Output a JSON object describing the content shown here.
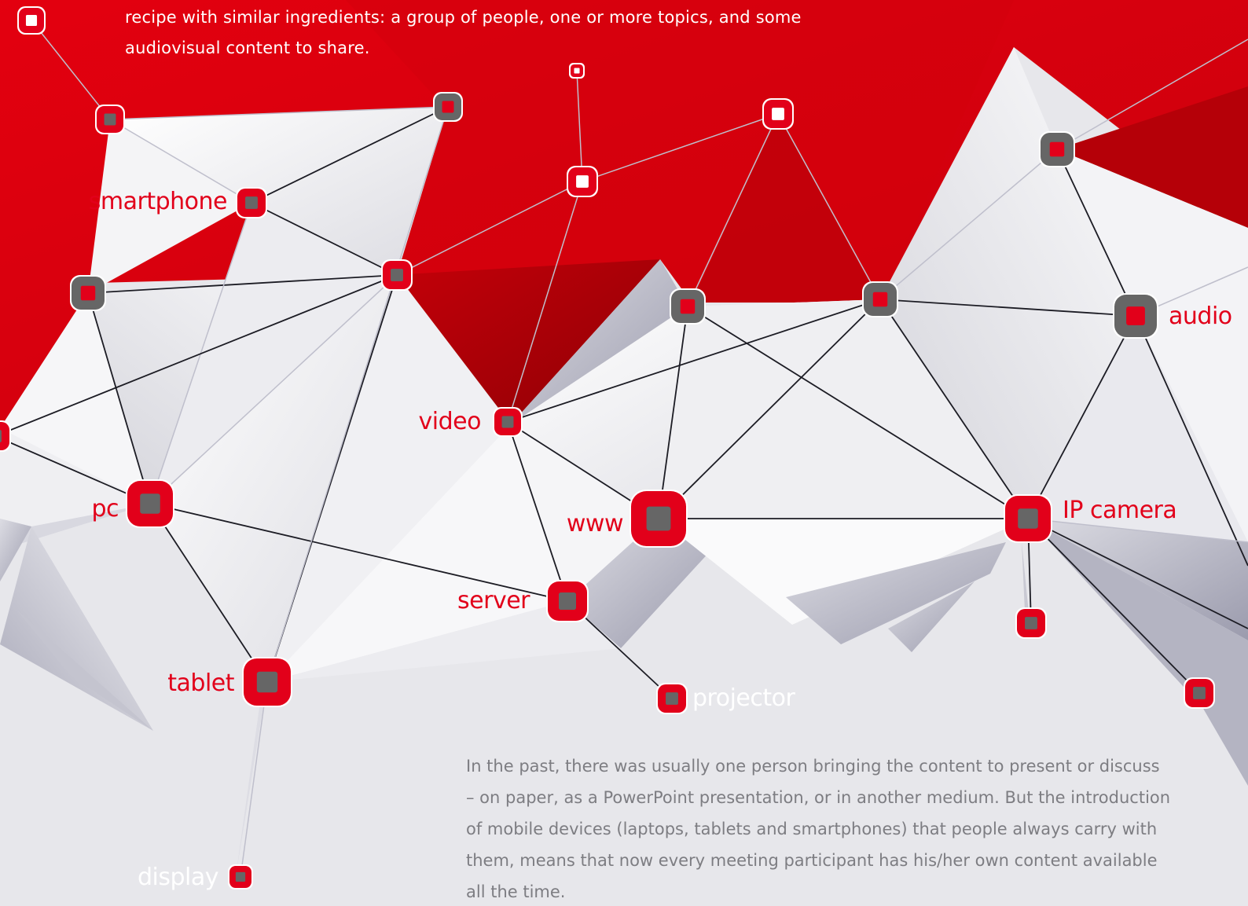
{
  "intro_text": {
    "lines": [
      "recipe with similar ingredients: a group of people, one or more topics, and some",
      "audiovisual content to share."
    ]
  },
  "body_text": {
    "lines": [
      "In the past, there was usually one person bringing the content to present or discuss",
      "– on paper, as a PowerPoint presentation, or in another medium. But the introduction",
      "of mobile devices (laptops, tablets and smartphones) that people always carry with",
      "them, means that now every meeting participant has his/her own content available",
      "all the time."
    ]
  },
  "labels": {
    "smartphone": "smartphone",
    "video": "video",
    "pc": "pc",
    "www": "www",
    "server": "server",
    "tablet": "tablet",
    "projector": "projector",
    "display": "display",
    "ip_camera": "IP camera",
    "audio": "audio"
  },
  "colors": {
    "brand_red": "#e2001a",
    "node_gray": "#666666",
    "background": "#e7e7eb"
  }
}
